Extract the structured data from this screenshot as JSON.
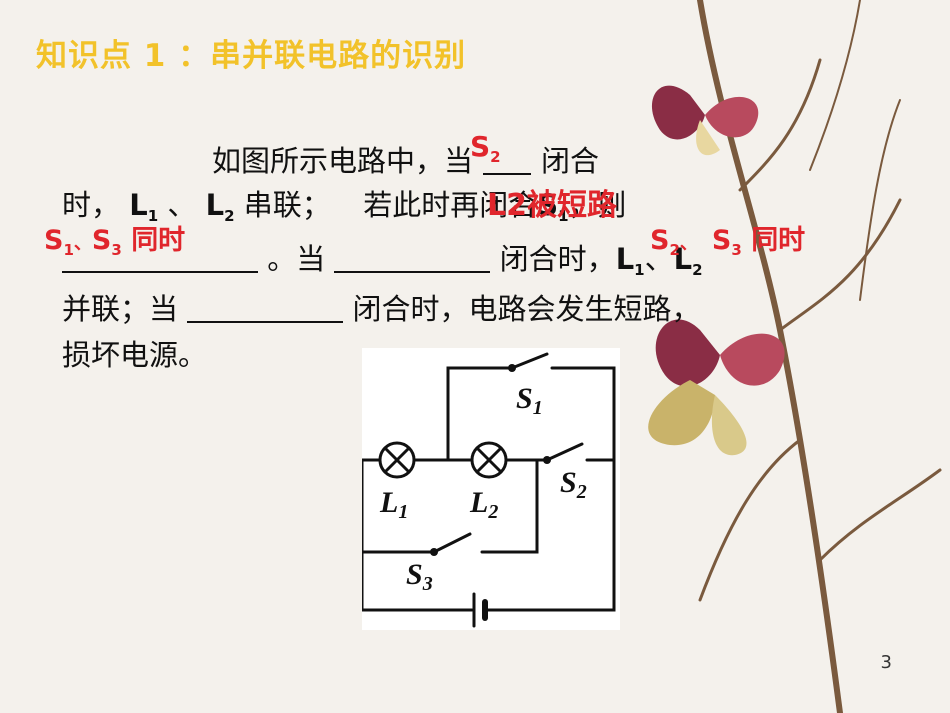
{
  "title": "知识点 1 ：串并联电路的识别",
  "question": {
    "l1_pre": "如图所示电路中，当",
    "l1_post": "闭合",
    "l2_a": "时，",
    "l2_b": "L",
    "l2_b_sub": "1",
    "l2_c": "、",
    "l2_d": "L",
    "l2_d_sub": "2",
    "l2_e": "串联；",
    "l2_f": "若此时再闭合",
    "l2_g": "S",
    "l2_g_sub": "1",
    "l2_h": "，则",
    "l3_a": "。当",
    "l3_b": "闭合时，",
    "l3_c": "L",
    "l3_c_sub": "1",
    "l3_d": "、",
    "l3_e": "L",
    "l3_e_sub": "2",
    "l4_a": "并联；当",
    "l4_b": "闭合时，电路会发生短路，",
    "l5": "损坏电源。"
  },
  "answers": {
    "a1": "S",
    "a1_sub": "2",
    "a2": "L2被短路",
    "a3_s1": "S",
    "a3_s1_sub": "1",
    "a3_sep": "、",
    "a3_s3": "S",
    "a3_s3_sub": "3",
    "a3_txt": "同时",
    "a4_s2": "S",
    "a4_s2_sub": "2",
    "a4_sep": "、",
    "a4_s3": "S",
    "a4_s3_sub": "3",
    "a4_txt": "同时"
  },
  "circuit_labels": {
    "s1": "S",
    "s1_sub": "1",
    "s2": "S",
    "s2_sub": "2",
    "s3": "S",
    "s3_sub": "3",
    "l1": "L",
    "l1_sub": "1",
    "l2": "L",
    "l2_sub": "2"
  },
  "page_number": "3"
}
